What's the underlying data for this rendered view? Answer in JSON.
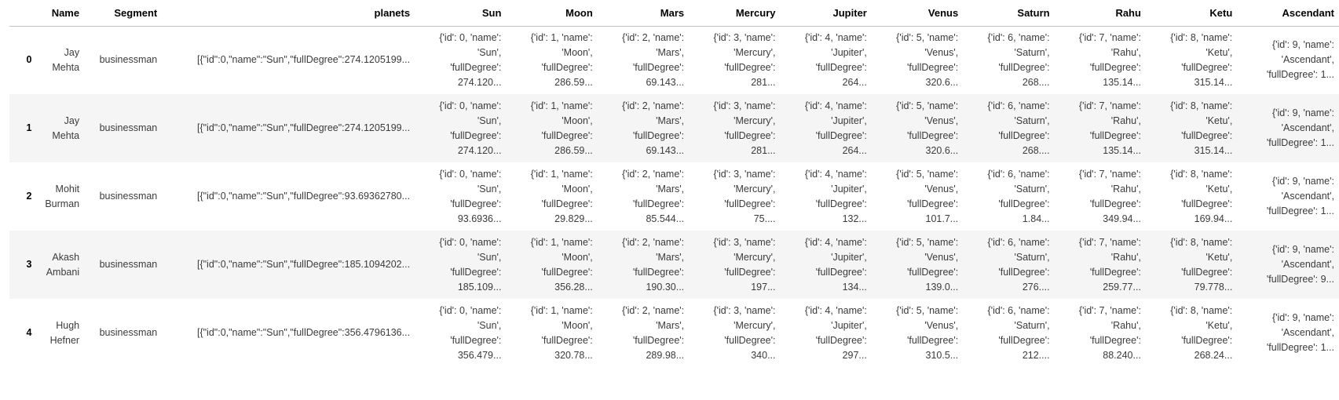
{
  "table": {
    "columns": [
      "",
      "Name",
      "Segment",
      "planets",
      "Sun",
      "Moon",
      "Mars",
      "Mercury",
      "Jupiter",
      "Venus",
      "Saturn",
      "Rahu",
      "Ketu",
      "Ascendant"
    ],
    "column_keys": [
      "index",
      "name",
      "segment",
      "planets",
      "sun",
      "moon",
      "mars",
      "mercury",
      "jupiter",
      "venus",
      "saturn",
      "rahu",
      "ketu",
      "ascendant"
    ],
    "rows": [
      [
        "0",
        "Jay\nMehta",
        "businessman",
        "[{\"id\":0,\"name\":\"Sun\",\"fullDegree\":274.1205199...",
        "{'id': 0, 'name':\n'Sun',\n'fullDegree':\n274.120...",
        "{'id': 1, 'name':\n'Moon',\n'fullDegree':\n286.59...",
        "{'id': 2, 'name':\n'Mars',\n'fullDegree':\n69.143...",
        "{'id': 3, 'name':\n'Mercury',\n'fullDegree':\n281...",
        "{'id': 4, 'name':\n'Jupiter',\n'fullDegree':\n264...",
        "{'id': 5, 'name':\n'Venus',\n'fullDegree':\n320.6...",
        "{'id': 6, 'name':\n'Saturn',\n'fullDegree':\n268....",
        "{'id': 7, 'name':\n'Rahu',\n'fullDegree':\n135.14...",
        "{'id': 8, 'name':\n'Ketu',\n'fullDegree':\n315.14...",
        "{'id': 9, 'name':\n'Ascendant',\n'fullDegree': 1..."
      ],
      [
        "1",
        "Jay\nMehta",
        "businessman",
        "[{\"id\":0,\"name\":\"Sun\",\"fullDegree\":274.1205199...",
        "{'id': 0, 'name':\n'Sun',\n'fullDegree':\n274.120...",
        "{'id': 1, 'name':\n'Moon',\n'fullDegree':\n286.59...",
        "{'id': 2, 'name':\n'Mars',\n'fullDegree':\n69.143...",
        "{'id': 3, 'name':\n'Mercury',\n'fullDegree':\n281...",
        "{'id': 4, 'name':\n'Jupiter',\n'fullDegree':\n264...",
        "{'id': 5, 'name':\n'Venus',\n'fullDegree':\n320.6...",
        "{'id': 6, 'name':\n'Saturn',\n'fullDegree':\n268....",
        "{'id': 7, 'name':\n'Rahu',\n'fullDegree':\n135.14...",
        "{'id': 8, 'name':\n'Ketu',\n'fullDegree':\n315.14...",
        "{'id': 9, 'name':\n'Ascendant',\n'fullDegree': 1..."
      ],
      [
        "2",
        "Mohit\nBurman",
        "businessman",
        "[{\"id\":0,\"name\":\"Sun\",\"fullDegree\":93.69362780...",
        "{'id': 0, 'name':\n'Sun',\n'fullDegree':\n93.6936...",
        "{'id': 1, 'name':\n'Moon',\n'fullDegree':\n29.829...",
        "{'id': 2, 'name':\n'Mars',\n'fullDegree':\n85.544...",
        "{'id': 3, 'name':\n'Mercury',\n'fullDegree':\n75....",
        "{'id': 4, 'name':\n'Jupiter',\n'fullDegree':\n132...",
        "{'id': 5, 'name':\n'Venus',\n'fullDegree':\n101.7...",
        "{'id': 6, 'name':\n'Saturn',\n'fullDegree':\n1.84...",
        "{'id': 7, 'name':\n'Rahu',\n'fullDegree':\n349.94...",
        "{'id': 8, 'name':\n'Ketu',\n'fullDegree':\n169.94...",
        "{'id': 9, 'name':\n'Ascendant',\n'fullDegree': 1..."
      ],
      [
        "3",
        "Akash\nAmbani",
        "businessman",
        "[{\"id\":0,\"name\":\"Sun\",\"fullDegree\":185.1094202...",
        "{'id': 0, 'name':\n'Sun',\n'fullDegree':\n185.109...",
        "{'id': 1, 'name':\n'Moon',\n'fullDegree':\n356.28...",
        "{'id': 2, 'name':\n'Mars',\n'fullDegree':\n190.30...",
        "{'id': 3, 'name':\n'Mercury',\n'fullDegree':\n197...",
        "{'id': 4, 'name':\n'Jupiter',\n'fullDegree':\n134...",
        "{'id': 5, 'name':\n'Venus',\n'fullDegree':\n139.0...",
        "{'id': 6, 'name':\n'Saturn',\n'fullDegree':\n276....",
        "{'id': 7, 'name':\n'Rahu',\n'fullDegree':\n259.77...",
        "{'id': 8, 'name':\n'Ketu',\n'fullDegree':\n79.778...",
        "{'id': 9, 'name':\n'Ascendant',\n'fullDegree': 9..."
      ],
      [
        "4",
        "Hugh\nHefner",
        "businessman",
        "[{\"id\":0,\"name\":\"Sun\",\"fullDegree\":356.4796136...",
        "{'id': 0, 'name':\n'Sun',\n'fullDegree':\n356.479...",
        "{'id': 1, 'name':\n'Moon',\n'fullDegree':\n320.78...",
        "{'id': 2, 'name':\n'Mars',\n'fullDegree':\n289.98...",
        "{'id': 3, 'name':\n'Mercury',\n'fullDegree':\n340...",
        "{'id': 4, 'name':\n'Jupiter',\n'fullDegree':\n297...",
        "{'id': 5, 'name':\n'Venus',\n'fullDegree':\n310.5...",
        "{'id': 6, 'name':\n'Saturn',\n'fullDegree':\n212....",
        "{'id': 7, 'name':\n'Rahu',\n'fullDegree':\n88.240...",
        "{'id': 8, 'name':\n'Ketu',\n'fullDegree':\n268.24...",
        "{'id': 9, 'name':\n'Ascendant',\n'fullDegree': 1..."
      ]
    ]
  },
  "colors": {
    "row_stripe": "#f5f5f5",
    "header_border": "#c3c3c3",
    "cell_text": "#3b3b3b",
    "header_text": "#000000",
    "background": "#ffffff"
  }
}
